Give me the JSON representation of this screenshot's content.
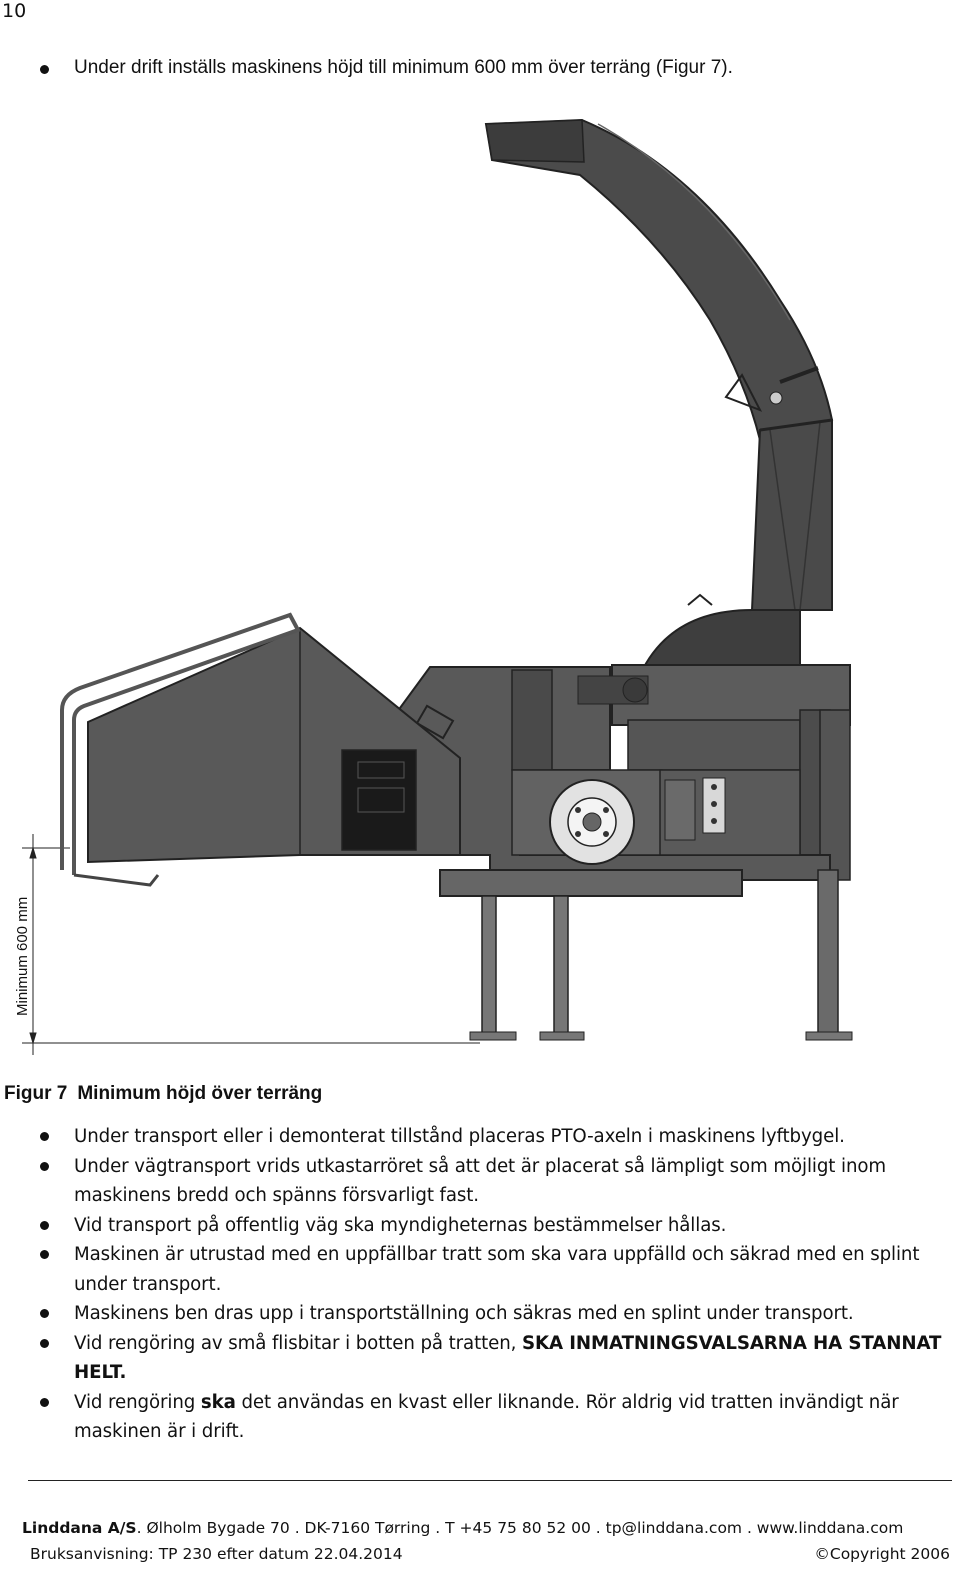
{
  "page_number": "10",
  "intro_bullet": "Under drift inställs maskinens höjd till minimum 600 mm över terräng (Figur 7).",
  "figure": {
    "dimension_label": "Minimum 600 mm",
    "caption_number": "Figur 7",
    "caption_text": "Minimum höjd över terräng"
  },
  "bullets": [
    {
      "text": "Under transport eller i demonterat tillstånd placeras PTO-axeln i maskinens lyftbygel."
    },
    {
      "text": "Under vägtransport vrids utkastarröret så att det är placerat så lämpligt som möjligt inom maskinens bredd och spänns försvarligt fast."
    },
    {
      "text": "Vid transport på offentlig väg ska myndigheternas bestämmelser hållas."
    },
    {
      "text": "Maskinen är utrustad med en uppfällbar tratt som ska vara uppfälld och säkrad med en splint under transport."
    },
    {
      "text": "Maskinens ben dras upp i transportställning och säkras med en splint under transport."
    },
    {
      "text_before": "Vid rengöring av små flisbitar i botten på tratten, ",
      "text_bold": "SKA INMATNINGSVALSARNA HA STANNAT HELT."
    },
    {
      "text_before": "Vid rengöring ",
      "text_bold": "ska",
      "text_after": " det användas en kvast eller liknande. Rör aldrig vid tratten invändigt när maskinen är i drift."
    }
  ],
  "footer": {
    "company": "Linddana A/S",
    "address": ". Ølholm Bygade 70 . DK-7160 Tørring . T +45 75 80 52 00 . tp@linddana.com . www.linddana.com",
    "manual": "Bruksanvisning: TP 230 efter datum 22.04.2014",
    "copyright": "©Copyright 2006"
  },
  "colors": {
    "machine_body": "#5a5a5a",
    "machine_dark": "#3a3a3a",
    "machine_light": "#7a7a7a",
    "text": "#111111"
  }
}
